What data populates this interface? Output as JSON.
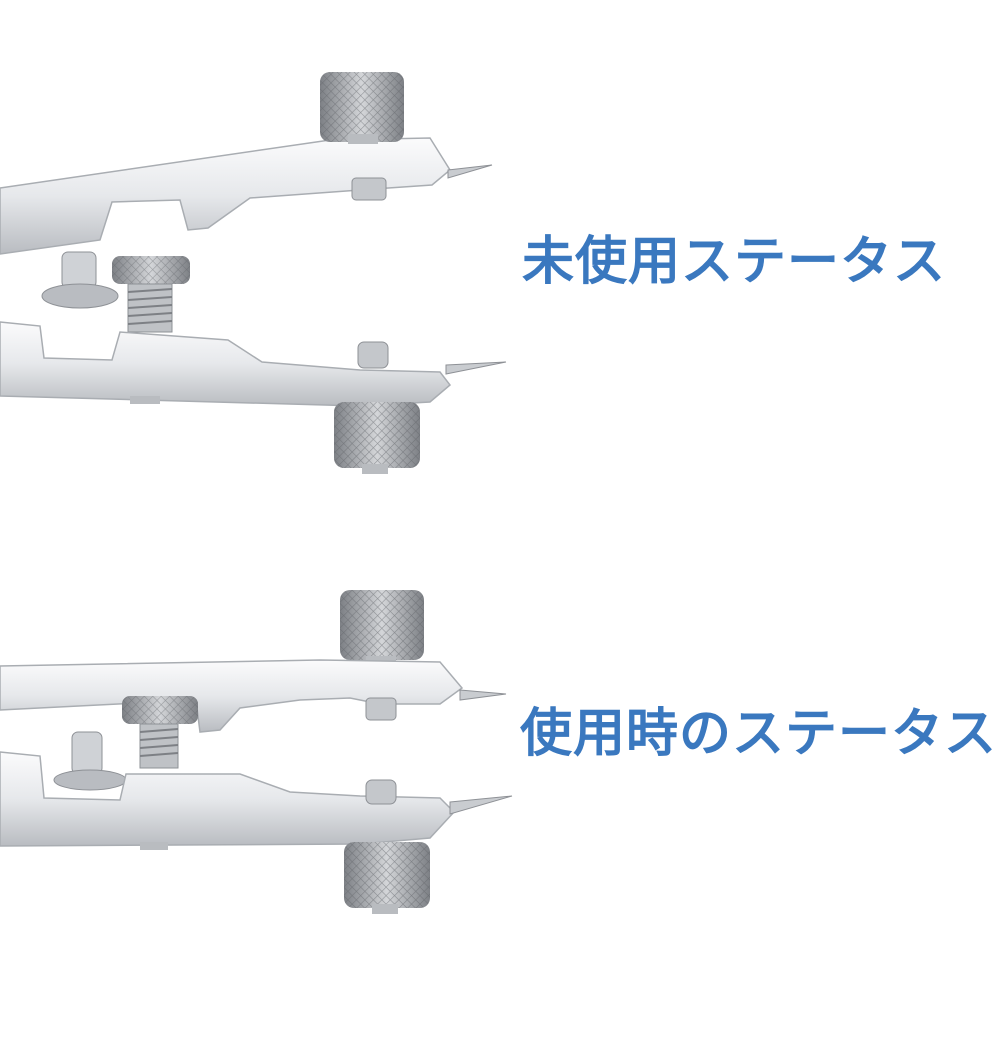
{
  "labels": {
    "unused": "未使用ステータス",
    "used": "使用時のステータス"
  },
  "colors": {
    "label": "#3a78bf",
    "metal_light": "#f2f3f5",
    "metal_mid": "#cfd2d6",
    "metal_dark": "#9a9ea4",
    "knurl": "#8e9196"
  },
  "icons": {
    "top_photo": "spring-bar-tool-open",
    "bottom_photo": "spring-bar-tool-closed"
  }
}
